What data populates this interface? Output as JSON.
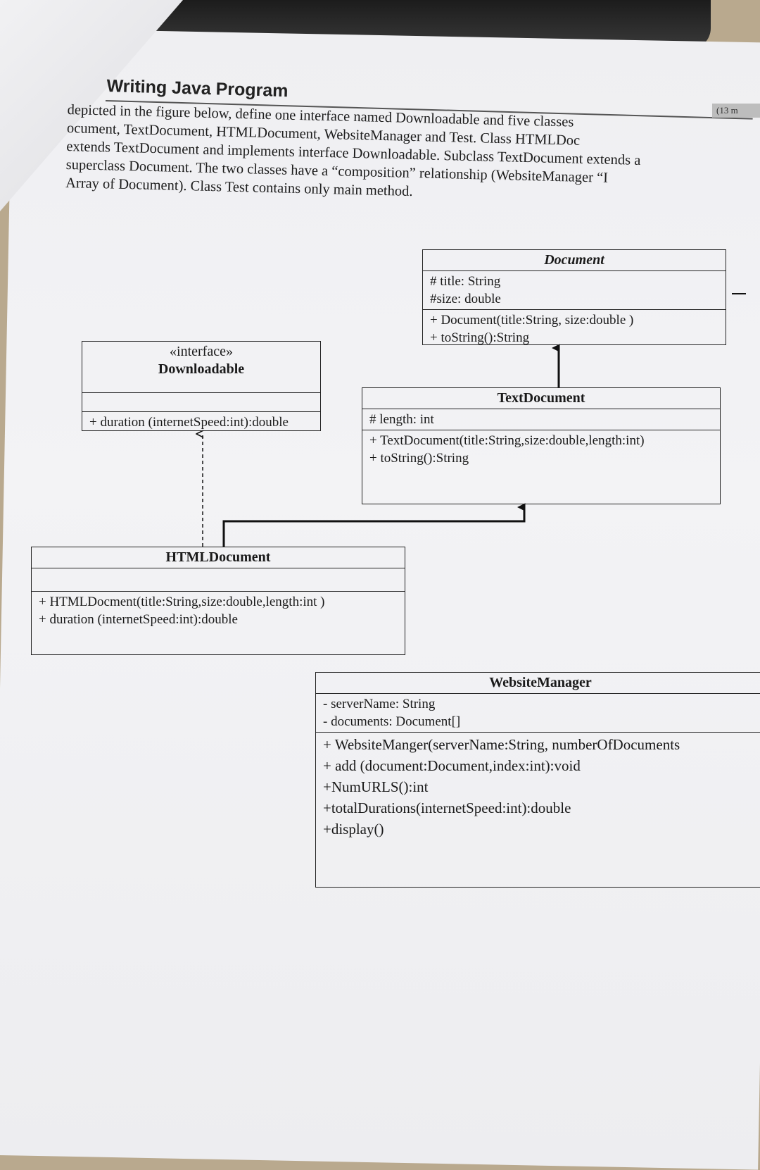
{
  "heading": "Writing Java Program",
  "marks": "(13 m",
  "intro_lines": [
    "depicted in the figure below, define one interface named Downloadable and five classes",
    "ocument, TextDocument, HTMLDocument, WebsiteManager and Test. Class HTMLDoc",
    "extends TextDocument and implements interface Downloadable. Subclass TextDocument extends a",
    "superclass Document. The two classes have a “composition” relationship (WebsiteManager “I",
    "Array of Document). Class Test contains only main method."
  ],
  "classes": {
    "document": {
      "name": "Document",
      "attributes": [
        "# title: String",
        "#size: double"
      ],
      "methods": [
        "+ Document(title:String, size:double )",
        "+ toString():String"
      ]
    },
    "downloadable": {
      "stereotype": "«interface»",
      "name": "Downloadable",
      "methods": [
        "+ duration (internetSpeed:int):double"
      ]
    },
    "textdocument": {
      "name": "TextDocument",
      "attributes": [
        "# length: int"
      ],
      "methods": [
        "+ TextDocument(title:String,size:double,length:int)",
        "+ toString():String"
      ]
    },
    "htmldocument": {
      "name": "HTMLDocument",
      "methods": [
        "+ HTMLDocment(title:String,size:double,length:int )",
        "+ duration (internetSpeed:int):double"
      ]
    },
    "websitemanager": {
      "name": "WebsiteManager",
      "attributes": [
        "- serverName: String",
        "- documents: Document[]"
      ],
      "methods": [
        "+ WebsiteManger(serverName:String, numberOfDocuments",
        "+ add (document:Document,index:int):void",
        "+NumURLS():int",
        "+totalDurations(internetSpeed:int):double",
        "+display()"
      ]
    }
  },
  "relationships": [
    {
      "from": "HTMLDocument",
      "to": "TextDocument",
      "kind": "generalization"
    },
    {
      "from": "HTMLDocument",
      "to": "Downloadable",
      "kind": "realization"
    },
    {
      "from": "TextDocument",
      "to": "Document",
      "kind": "generalization"
    }
  ]
}
